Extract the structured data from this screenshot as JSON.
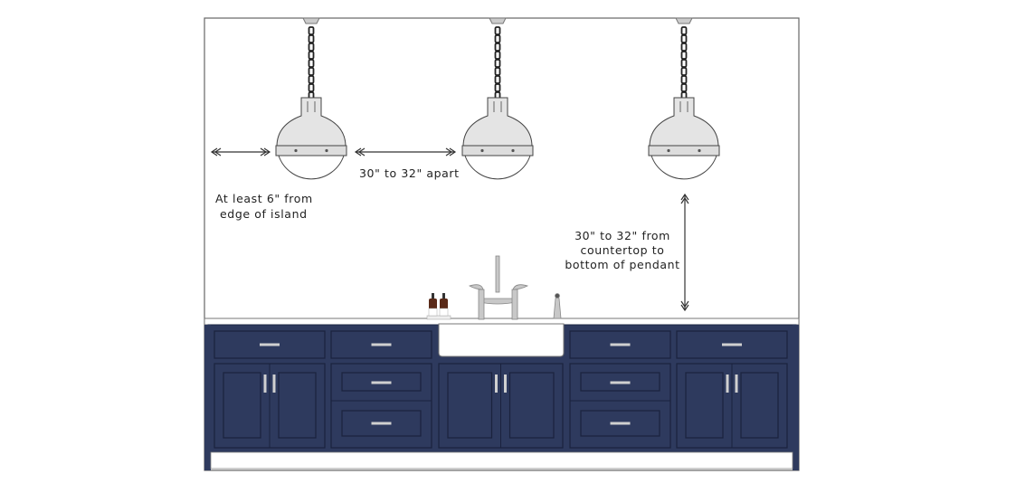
{
  "labels": {
    "edge_line1": "At least 6\" from",
    "edge_line2": "edge of island",
    "apart": "30\" to 32\" apart",
    "height_line1": "30\" to 32\" from",
    "height_line2": "countertop to",
    "height_line3": "bottom of pendant"
  },
  "colors": {
    "cabinet": "#2e3a5e",
    "pendant_shade": "#e4e4e4",
    "outline": "#444444",
    "hardware": "#d0d0d0"
  },
  "pendant_count": 3
}
